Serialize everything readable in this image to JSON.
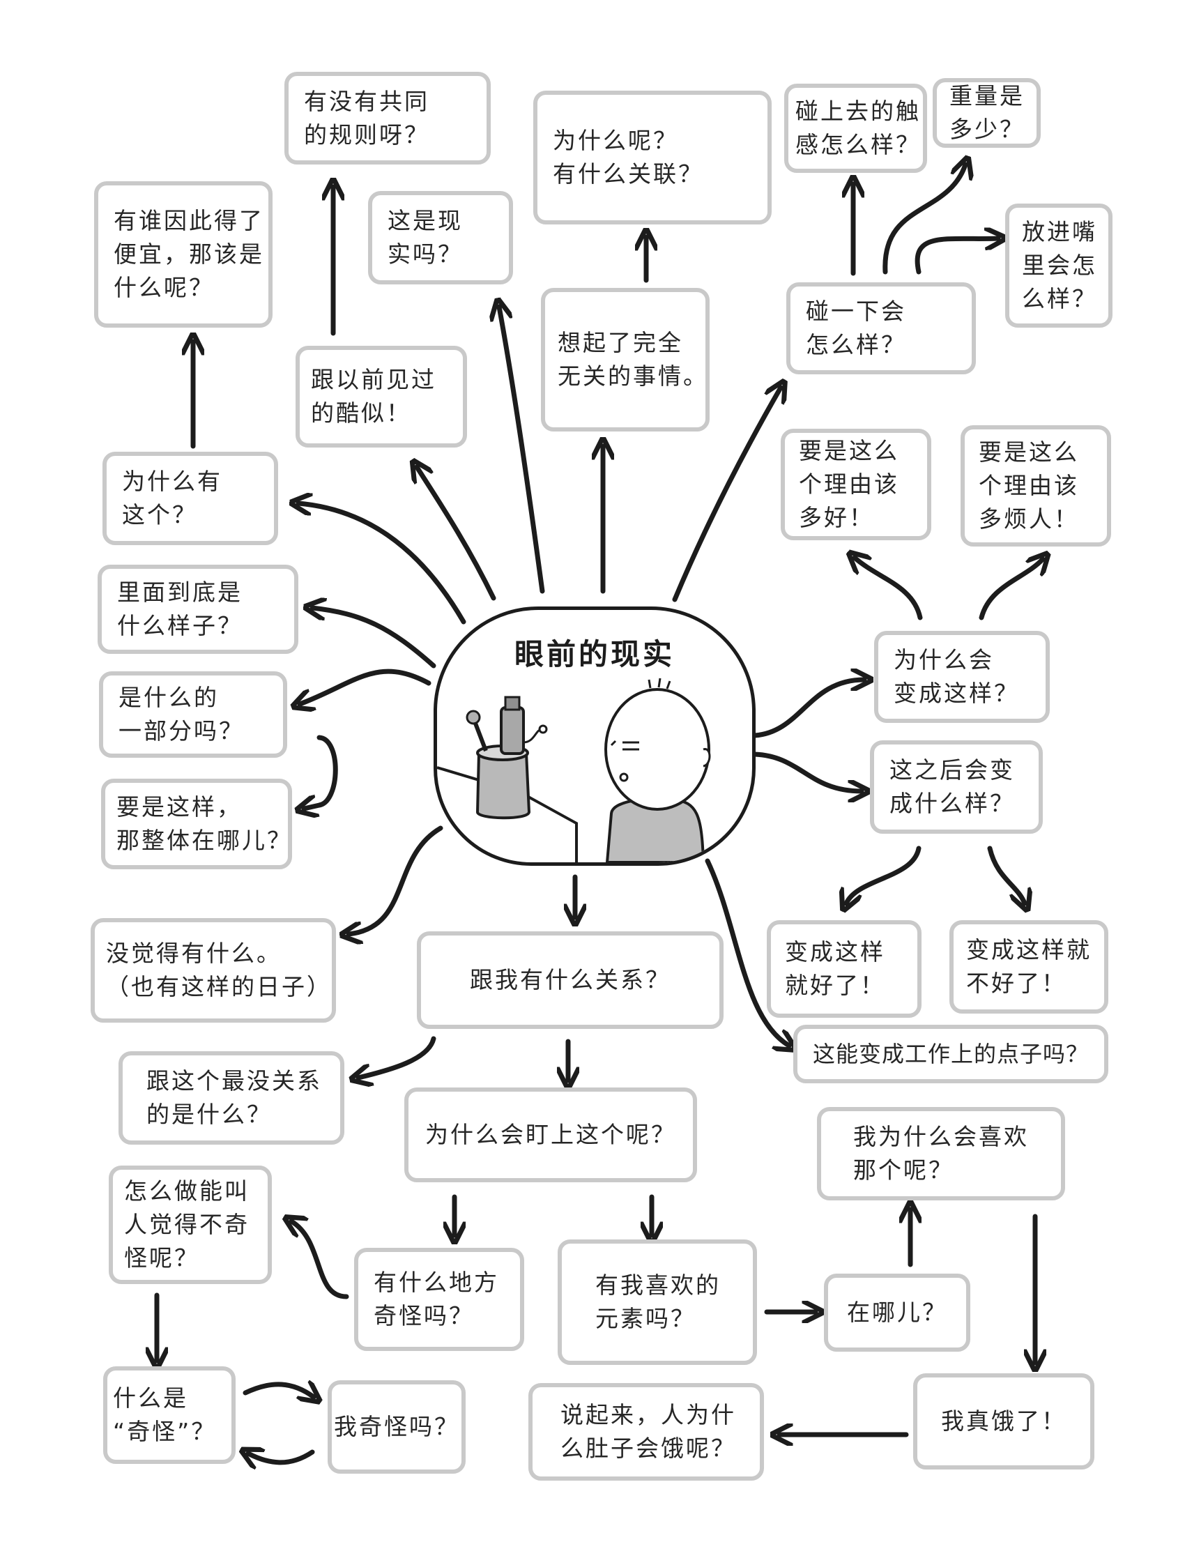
{
  "center": {
    "title": "眼前的现实"
  },
  "nodes": {
    "common_rule": [
      "有没有共同",
      "的规则呀？"
    ],
    "who_benefits": [
      "有谁因此得了",
      "便宜，那该是",
      "什么呢？"
    ],
    "is_real": [
      "这是现",
      "实吗？"
    ],
    "why_related": [
      "为什么呢？",
      "有什么关联？"
    ],
    "touch_feel": [
      "碰上去的触",
      "感怎么样？"
    ],
    "weight": [
      "重量是",
      "多少？"
    ],
    "in_mouth": [
      "放进嘴",
      "里会怎",
      "么样？"
    ],
    "touch": [
      "碰一下会",
      "怎么样？"
    ],
    "similar": [
      "跟以前见过",
      "的酷似！"
    ],
    "unrelated_memory": [
      "想起了完全",
      "无关的事情。"
    ],
    "why_exists": [
      "为什么有",
      "这个？"
    ],
    "good_reason": [
      "要是这么",
      "个理由该",
      "多好！"
    ],
    "annoying_reason": [
      "要是这么",
      "个理由该",
      "多烦人！"
    ],
    "inside": [
      "里面到底是",
      "什么样子？"
    ],
    "part_of": [
      "是什么的",
      "一部分吗？"
    ],
    "whole": [
      "要是这样，",
      "那整体在哪儿？"
    ],
    "why_became": [
      "为什么会",
      "变成这样？"
    ],
    "after": [
      "这之后会变",
      "成什么样？"
    ],
    "nothing": [
      "没觉得有什么。",
      "（也有这样的日子）"
    ],
    "relation_me": [
      "跟我有什么关系？"
    ],
    "good_if": [
      "变成这样",
      "就好了！"
    ],
    "bad_if": [
      "变成这样就",
      "不好了！"
    ],
    "work_idea": [
      "这能变成工作上的点子吗？"
    ],
    "least_related": [
      "跟这个最没关系",
      "的是什么？"
    ],
    "why_stare": [
      "为什么会盯上这个呢？"
    ],
    "why_like": [
      "我为什么会喜欢",
      "那个呢？"
    ],
    "not_strange": [
      "怎么做能叫",
      "人觉得不奇",
      "怪呢？"
    ],
    "strange_place": [
      "有什么地方",
      "奇怪吗？"
    ],
    "like_element": [
      "有我喜欢的",
      "元素吗？"
    ],
    "where": [
      "在哪儿？"
    ],
    "what_is_strange": [
      "什么是",
      "“奇怪”？"
    ],
    "am_i_strange": [
      "我奇怪吗？"
    ],
    "hungry_why": [
      "说起来，人为什",
      "么肚子会饿呢？"
    ],
    "hungry": [
      "我真饿了！"
    ]
  }
}
